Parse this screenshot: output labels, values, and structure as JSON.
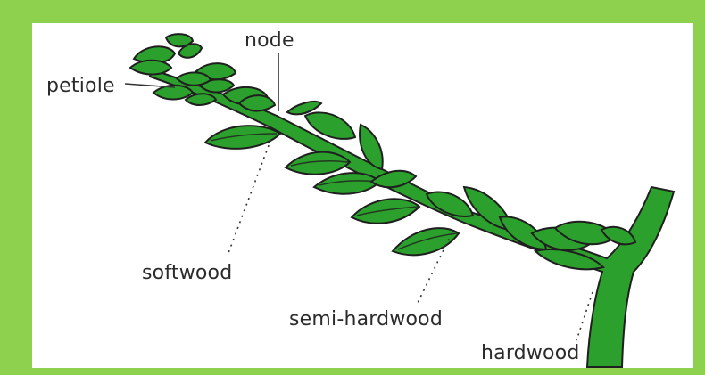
{
  "labels": {
    "node": "node",
    "petiole": "petiole",
    "softwood": "softwood",
    "semi_hardwood": "semi-hardwood",
    "hardwood": "hardwood"
  },
  "colors": {
    "frame": "#8ed14e",
    "leaf": "#2ca02c",
    "outline": "#1f1f1f",
    "text": "#2b2b2b"
  }
}
